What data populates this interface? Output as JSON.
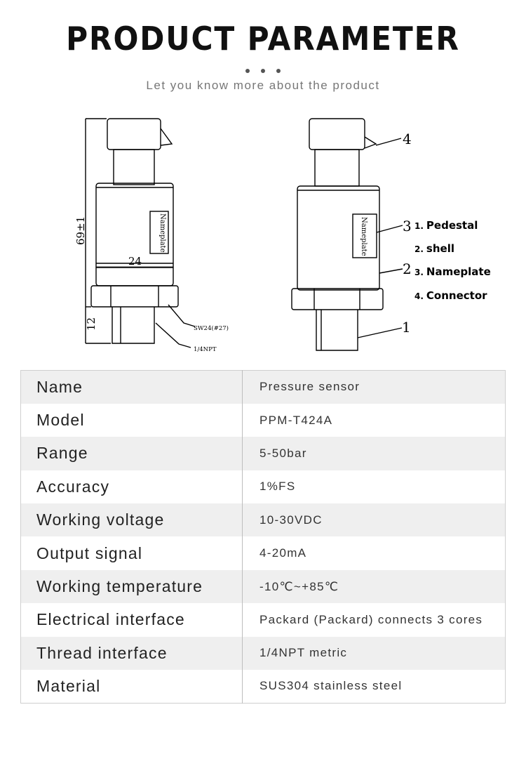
{
  "header": {
    "title": "PRODUCT PARAMETER",
    "subtitle": "Let you know more about the product"
  },
  "drawing": {
    "dim_height": "69±1",
    "dim_width": "24",
    "dim_thread_len": "12",
    "label_sw": "SW24(#27)",
    "label_thread": "1/4NPT",
    "nameplate_text": "Nameplate",
    "callouts": [
      "1",
      "2",
      "3",
      "4"
    ],
    "legend": [
      {
        "num": "1.",
        "text": "Pedestal"
      },
      {
        "num": "2.",
        "text": "shell"
      },
      {
        "num": "3.",
        "text": "Nameplate"
      },
      {
        "num": "4.",
        "text": "Connector"
      }
    ]
  },
  "params": [
    {
      "name": "Name",
      "value": "Pressure sensor"
    },
    {
      "name": "Model",
      "value": "PPM-T424A"
    },
    {
      "name": "Range",
      "value": "5-50bar"
    },
    {
      "name": "Accuracy",
      "value": "1%FS"
    },
    {
      "name": "Working voltage",
      "value": "10-30VDC"
    },
    {
      "name": "Output signal",
      "value": "4-20mA"
    },
    {
      "name": "Working temperature",
      "value": "-10℃~+85℃"
    },
    {
      "name": "Electrical interface",
      "value": "Packard (Packard) connects 3 cores"
    },
    {
      "name": "Thread interface",
      "value": "1/4NPT metric"
    },
    {
      "name": "Material",
      "value": "SUS304 stainless steel"
    }
  ]
}
